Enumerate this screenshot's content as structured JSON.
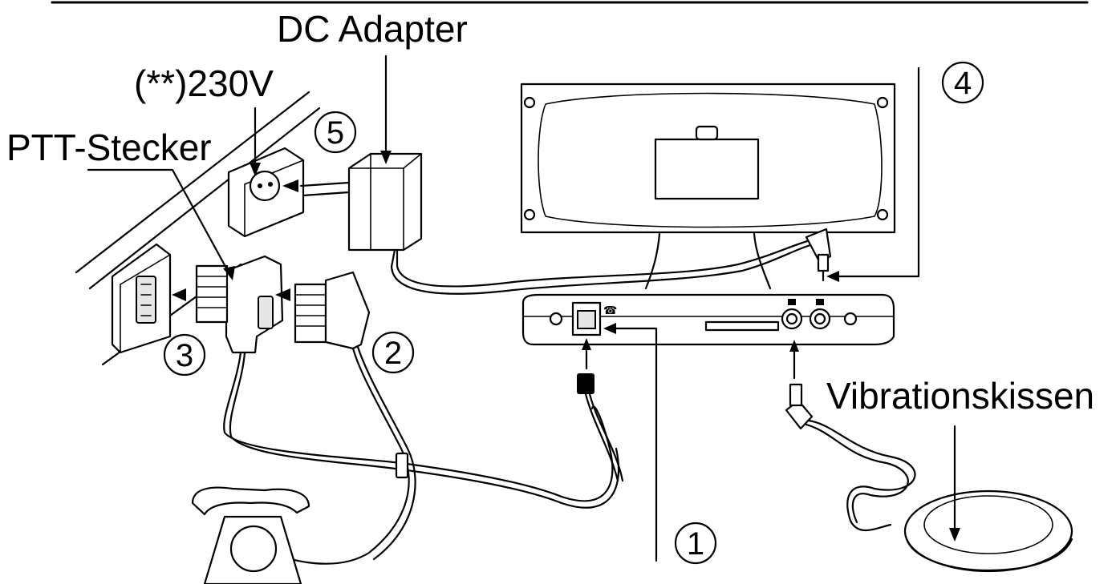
{
  "labels": {
    "dc_adapter": "DC Adapter",
    "mains_voltage": "(**)230V",
    "ptt_plug": "PTT-Stecker",
    "vibration_pad": "Vibrationskissen"
  },
  "callouts": [
    "1",
    "2",
    "3",
    "4",
    "5"
  ]
}
